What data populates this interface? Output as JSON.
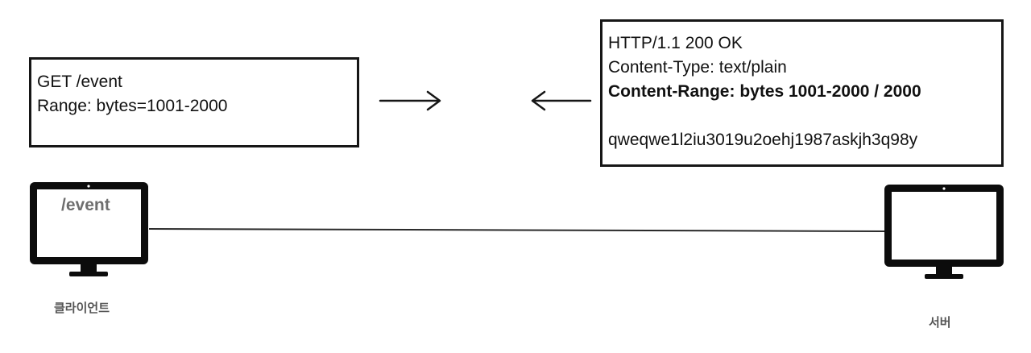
{
  "request": {
    "lines": [
      "GET /event",
      "Range: bytes=1001-2000"
    ]
  },
  "response": {
    "status_line": "HTTP/1.1 200 OK",
    "content_type": "Content-Type: text/plain",
    "content_range": "Content-Range: bytes 1001-2000 / 2000",
    "body": "qweqwe1l2iu3019u2oehj1987askjh3q98y"
  },
  "client": {
    "screen_text": "/event",
    "label": "클라이언트"
  },
  "server": {
    "label": "서버"
  },
  "colors": {
    "stroke": "#161616",
    "screen_text": "#6e6e6e",
    "caption": "#555555"
  },
  "icons": [
    "monitor-icon",
    "arrow-right-icon",
    "arrow-left-icon"
  ]
}
